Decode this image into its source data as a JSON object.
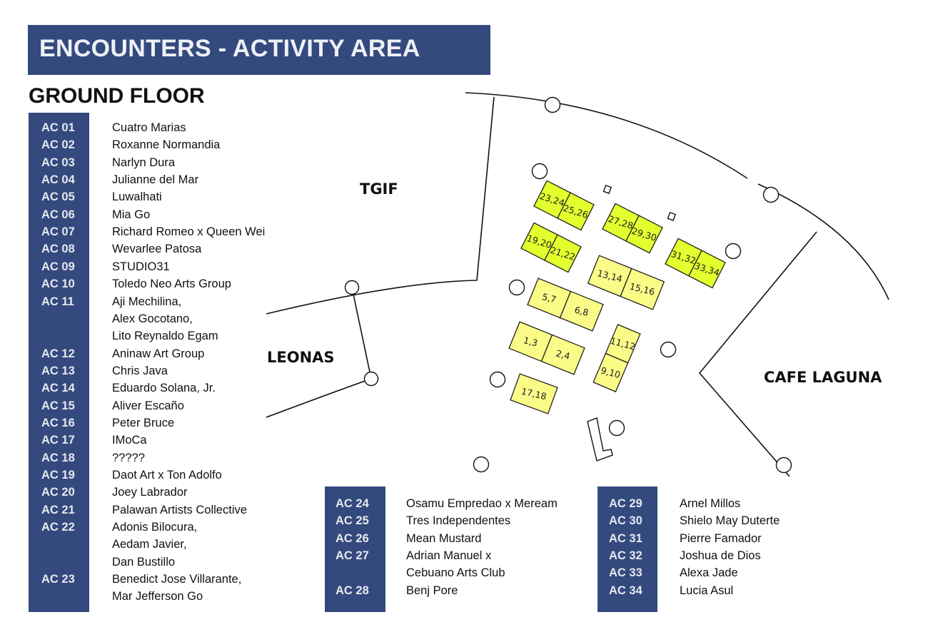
{
  "header": {
    "title": "ENCOUNTERS - ACTIVITY AREA"
  },
  "floor": {
    "title": "GROUND FLOOR"
  },
  "colors": {
    "bar": "#344a7e",
    "booth_green": "#e2ff2e",
    "booth_yellow": "#fbfb88"
  },
  "columns": [
    {
      "rows": [
        {
          "code": "AC 01",
          "names": [
            "Cuatro Marias"
          ]
        },
        {
          "code": "AC 02",
          "names": [
            "Roxanne Normandia"
          ]
        },
        {
          "code": "AC 03",
          "names": [
            "Narlyn Dura"
          ]
        },
        {
          "code": "AC 04",
          "names": [
            "Julianne del Mar"
          ]
        },
        {
          "code": "AC 05",
          "names": [
            "Luwalhati"
          ]
        },
        {
          "code": "AC 06",
          "names": [
            "Mia Go"
          ]
        },
        {
          "code": "AC 07",
          "names": [
            "Richard Romeo x Queen Wei"
          ]
        },
        {
          "code": "AC 08",
          "names": [
            "Wevarlee Patosa"
          ]
        },
        {
          "code": "AC 09",
          "names": [
            "STUDIO31"
          ]
        },
        {
          "code": "AC 10",
          "names": [
            "Toledo Neo Arts Group"
          ]
        },
        {
          "code": "AC 11",
          "names": [
            "Aji Mechilina,",
            "Alex Gocotano,",
            "Lito Reynaldo Egam"
          ]
        },
        {
          "code": "AC 12",
          "names": [
            "Aninaw Art Group"
          ]
        },
        {
          "code": "AC 13",
          "names": [
            "Chris Java"
          ]
        },
        {
          "code": "AC 14",
          "names": [
            "Eduardo Solana, Jr."
          ]
        },
        {
          "code": "AC 15",
          "names": [
            "Aliver Escaño"
          ]
        },
        {
          "code": "AC 16",
          "names": [
            "Peter Bruce"
          ]
        },
        {
          "code": "AC 17",
          "names": [
            "IMoCa"
          ]
        },
        {
          "code": "AC 18",
          "names": [
            "?????"
          ]
        },
        {
          "code": "AC 19",
          "names": [
            "Daot Art x Ton Adolfo"
          ]
        },
        {
          "code": "AC 20",
          "names": [
            "Joey Labrador"
          ]
        },
        {
          "code": "AC 21",
          "names": [
            "Palawan Artists Collective"
          ]
        },
        {
          "code": "AC 22",
          "names": [
            "Adonis Bilocura,",
            "Aedam Javier,",
            "Dan Bustillo"
          ]
        },
        {
          "code": "AC 23",
          "names": [
            "Benedict Jose Villarante,",
            "Mar Jefferson Go"
          ]
        }
      ]
    },
    {
      "rows": [
        {
          "code": "AC 24",
          "names": [
            "Osamu Empredao x Meream"
          ]
        },
        {
          "code": "AC 25",
          "names": [
            "Tres Independentes"
          ]
        },
        {
          "code": "AC 26",
          "names": [
            "Mean Mustard"
          ]
        },
        {
          "code": "AC 27",
          "names": [
            "Adrian Manuel x",
            "Cebuano Arts Club"
          ]
        },
        {
          "code": "AC 28",
          "names": [
            "Benj Pore"
          ]
        }
      ]
    },
    {
      "rows": [
        {
          "code": "AC 29",
          "names": [
            "Arnel Millos"
          ]
        },
        {
          "code": "AC 30",
          "names": [
            "Shielo May Duterte"
          ]
        },
        {
          "code": "AC 31",
          "names": [
            "Pierre Famador"
          ]
        },
        {
          "code": "AC 32",
          "names": [
            "Joshua de Dios"
          ]
        },
        {
          "code": "AC 33",
          "names": [
            "Alexa Jade"
          ]
        },
        {
          "code": "AC 34",
          "names": [
            "Lucia Asul"
          ]
        }
      ]
    }
  ],
  "map": {
    "areas": {
      "tgif": "TGIF",
      "leonas": "LEONAS",
      "cafe_laguna": "CAFE LAGUNA"
    },
    "booths": [
      {
        "id": "b23-26",
        "labels": [
          "23,24",
          "25,26"
        ],
        "color": "green"
      },
      {
        "id": "b27-30",
        "labels": [
          "27,28",
          "29,30"
        ],
        "color": "green"
      },
      {
        "id": "b19-22",
        "labels": [
          "19,20",
          "21,22"
        ],
        "color": "green"
      },
      {
        "id": "b31-34",
        "labels": [
          "31,32",
          "33,34"
        ],
        "color": "green"
      },
      {
        "id": "b13-16",
        "labels": [
          "13,14",
          "15,16"
        ],
        "color": "yellow"
      },
      {
        "id": "b5-8",
        "labels": [
          "5,7",
          "6,8"
        ],
        "color": "yellow"
      },
      {
        "id": "b1-4",
        "labels": [
          "1,3",
          "2,4"
        ],
        "color": "yellow"
      },
      {
        "id": "b9-12",
        "labels": [
          "9,10",
          "11,12"
        ],
        "color": "yellow"
      },
      {
        "id": "b17-18",
        "labels": [
          "17,18"
        ],
        "color": "yellow"
      }
    ]
  }
}
